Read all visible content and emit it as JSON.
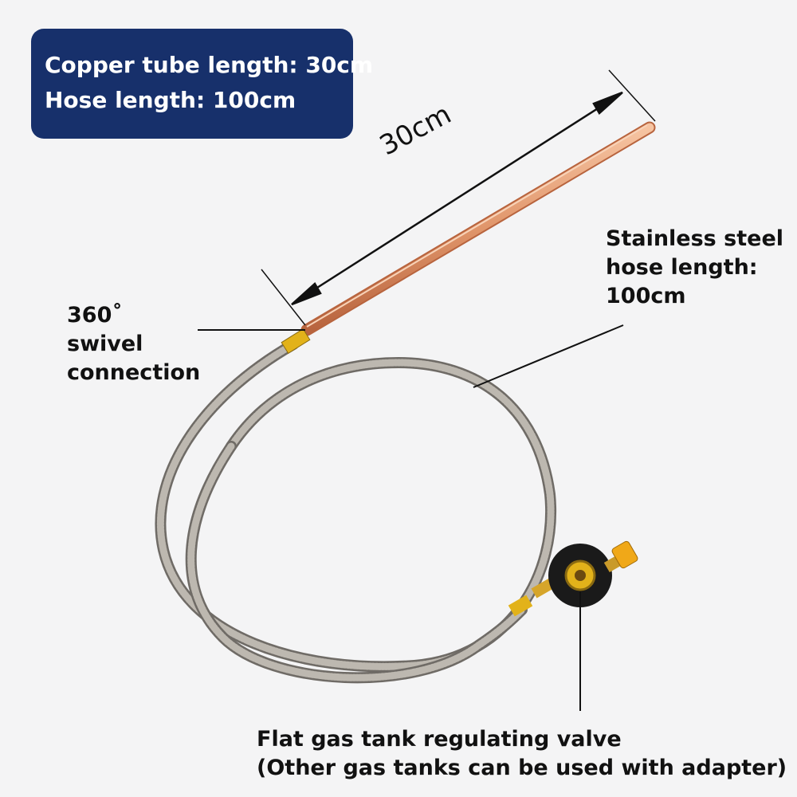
{
  "info_box": {
    "line1": "Copper tube length: 30cm",
    "line2": "Hose length: 100cm"
  },
  "dimension_label": "30cm",
  "callouts": {
    "swivel": [
      "360˚",
      "swivel",
      "connection"
    ],
    "hose": [
      "Stainless steel",
      "hose length:",
      "100cm"
    ],
    "valve": [
      "Flat gas tank regulating valve",
      "(Other gas tanks can be used with adapter)"
    ]
  },
  "colors": {
    "badge": "#17306b",
    "copper": "#e0956a",
    "hose": "#9a968f",
    "brass": "#e2b21a"
  }
}
